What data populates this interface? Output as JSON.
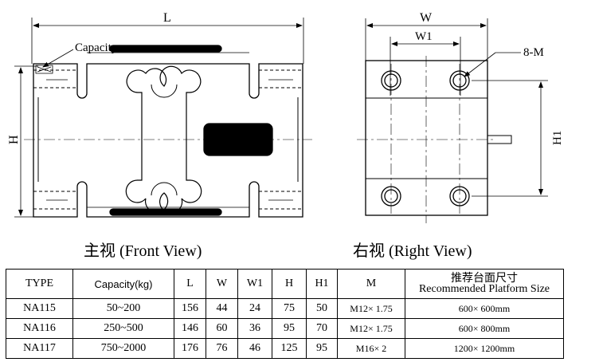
{
  "front_view": {
    "title": "主视 (Front View)",
    "capacity_label": "Capacity",
    "dim_L": "L",
    "dim_H": "H"
  },
  "right_view": {
    "title": "右视 (Right View)",
    "dim_W": "W",
    "dim_W1": "W1",
    "dim_H1": "H1",
    "hole_label": "8-M"
  },
  "table": {
    "headers": {
      "type": "TYPE",
      "capacity": "Capacity(kg)",
      "L": "L",
      "W": "W",
      "W1": "W1",
      "H": "H",
      "H1": "H1",
      "M": "M",
      "platform_cn": "推荐台面尺寸",
      "platform_en": "Recommended  Platform Size"
    },
    "rows": [
      {
        "type": "NA115",
        "capacity": "50~200",
        "L": "156",
        "W": "44",
        "W1": "24",
        "H": "75",
        "H1": "50",
        "M": "M12× 1.75",
        "platform": "600× 600mm"
      },
      {
        "type": "NA116",
        "capacity": "250~500",
        "L": "146",
        "W": "60",
        "W1": "36",
        "H": "95",
        "H1": "70",
        "M": "M12× 1.75",
        "platform": "600× 800mm"
      },
      {
        "type": "NA117",
        "capacity": "750~2000",
        "L": "176",
        "W": "76",
        "W1": "46",
        "H": "125",
        "H1": "95",
        "M": "M16× 2",
        "platform": "1200× 1200mm"
      }
    ]
  }
}
